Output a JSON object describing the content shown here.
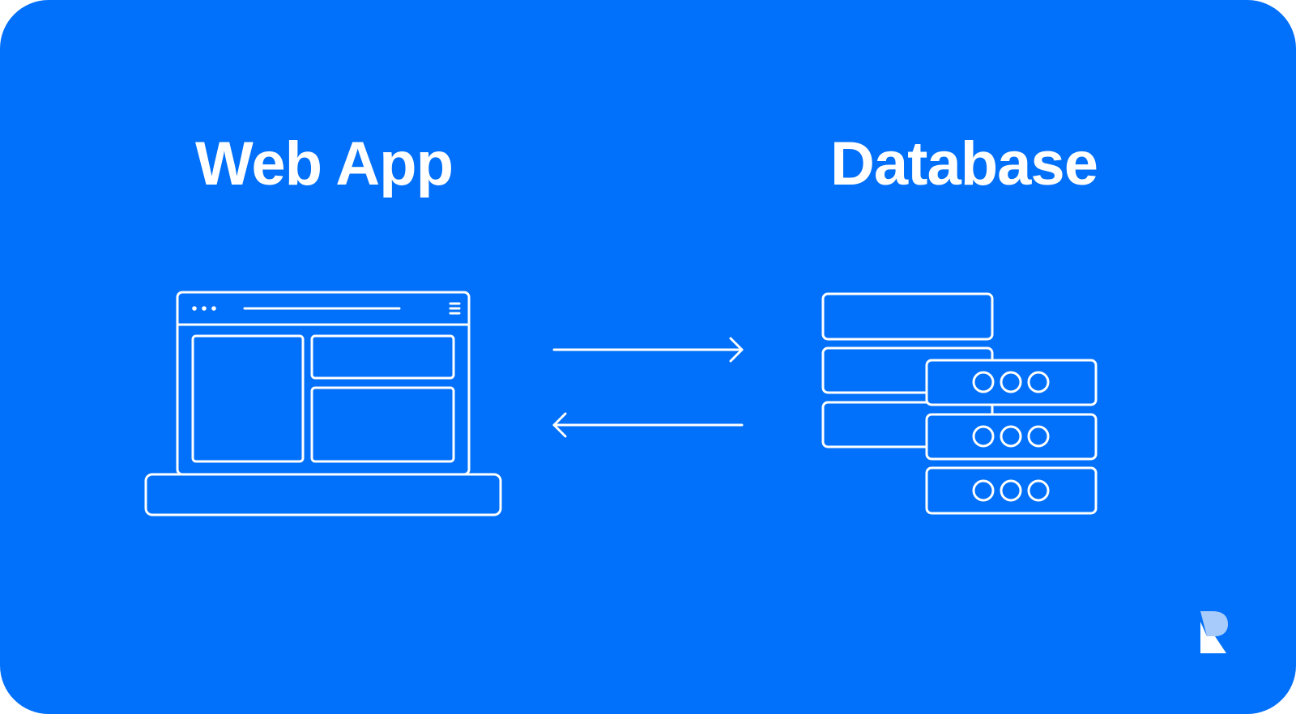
{
  "colors": {
    "background": "#0170FA",
    "foreground": "#FFFFFF",
    "logo_light": "#A7CBFB",
    "logo_white": "#FFFFFF"
  },
  "left_node": {
    "title": "Web App",
    "icon": "laptop-browser-icon"
  },
  "right_node": {
    "title": "Database",
    "icon": "database-server-icon"
  },
  "connections": [
    {
      "from": "Web App",
      "to": "Database",
      "icon": "arrow-right-icon"
    },
    {
      "from": "Database",
      "to": "Web App",
      "icon": "arrow-left-icon"
    }
  ],
  "brand": {
    "icon": "retool-logo-icon"
  }
}
